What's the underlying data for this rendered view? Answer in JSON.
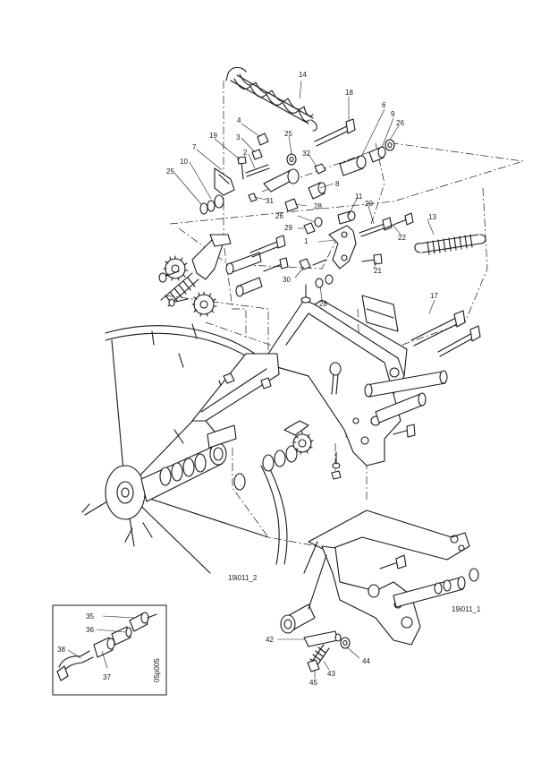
{
  "callouts": [
    "1",
    "2",
    "3",
    "4",
    "6",
    "7",
    "8",
    "9",
    "10",
    "11",
    "13",
    "14",
    "17",
    "18",
    "19",
    "20",
    "21",
    "22",
    "25",
    "25",
    "26",
    "26",
    "28",
    "28",
    "29",
    "30",
    "31",
    "32",
    "35",
    "36",
    "37",
    "38",
    "42",
    "43",
    "44",
    "45"
  ],
  "drawing_refs": {
    "upper": "19i011_2",
    "lower": "19i011_1",
    "inset": "05p005"
  },
  "icons": {
    "spring": "coil-spring-icon",
    "bolt": "bolt-icon",
    "nut": "nut-icon",
    "washer": "washer-icon",
    "sprocket": "sprocket-icon"
  },
  "colors": {
    "line": "#1a1a1a",
    "background": "#ffffff"
  }
}
